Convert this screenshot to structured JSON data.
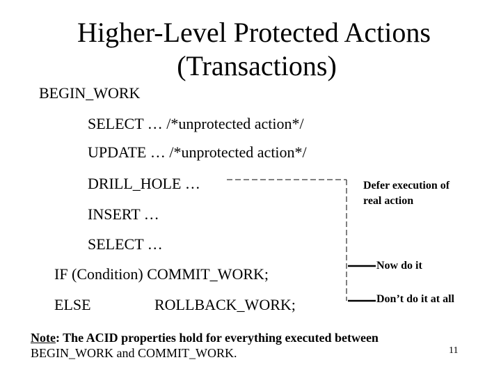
{
  "slide": {
    "title_line1": "Higher-Level Protected Actions",
    "title_line2": "(Transactions)",
    "code": {
      "begin": "BEGIN_WORK",
      "select1": "SELECT   …  /*unprotected action*/",
      "update": "UPDATE  …  /*unprotected action*/",
      "drill": "DRILL_HOLE …",
      "insert": "INSERT …",
      "select2": "SELECT …",
      "if_commit": "IF (Condition) COMMIT_WORK;",
      "else": "ELSE",
      "rollback": "ROLLBACK_WORK;"
    },
    "annotations": {
      "defer": "Defer execution of real action",
      "now": "Now do it",
      "dont": "Don’t do it at all"
    },
    "note": {
      "label": "Note",
      "text": ": The ACID properties hold for everything executed between ",
      "tail": "BEGIN_WORK and COMMIT_WORK."
    },
    "page_number": "11"
  }
}
